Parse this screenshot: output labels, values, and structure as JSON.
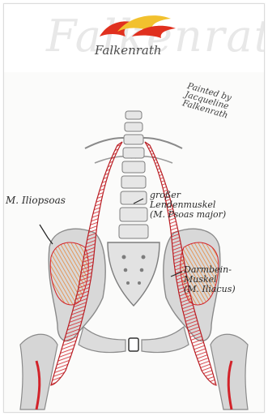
{
  "header": {
    "watermark": "Falkenrath",
    "brand": "Falkenrath",
    "logo_icon": "flame-logo-icon"
  },
  "credit": {
    "line1": "Painted by",
    "line2": "Jacqueline",
    "line3": "Falkenrath"
  },
  "labels": {
    "iliopsoas": "M. Iliopsoas",
    "psoas_line1": "großer",
    "psoas_line2": "Lendenmuskel",
    "psoas_line3": "(M. Psoas major)",
    "iliacus_line1": "Darmbein-",
    "iliacus_line2": "Muskel",
    "iliacus_line3": "(M. Iliacus)"
  },
  "colors": {
    "flame_yellow": "#f2c12e",
    "flame_red": "#e0301e",
    "muscle_red": "#d2232a",
    "muscle_orange": "#e8883a",
    "bone_grey": "#cfcfcf"
  }
}
